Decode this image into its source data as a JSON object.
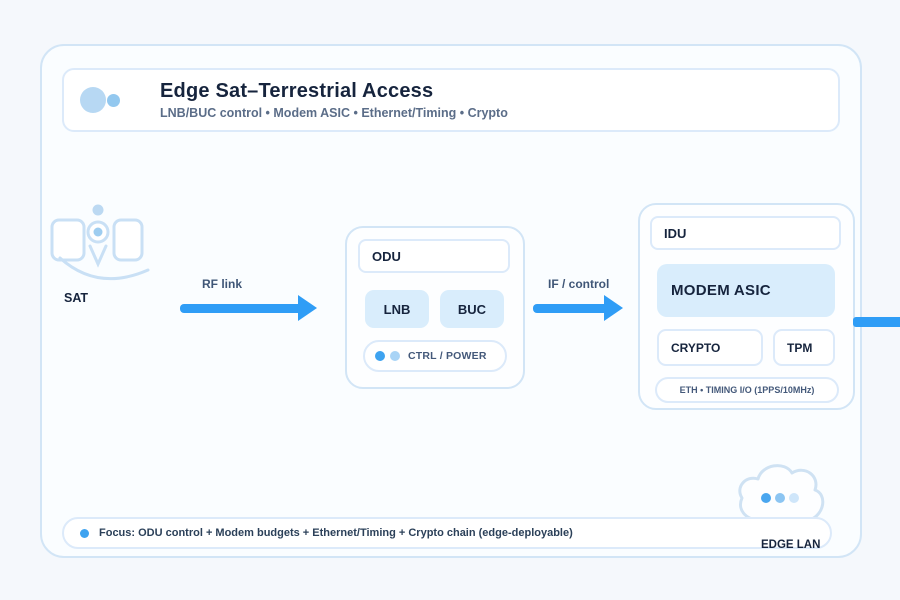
{
  "header": {
    "title": "Edge Sat–Terrestrial Access",
    "subtitle": "LNB/BUC control • Modem ASIC • Ethernet/Timing • Crypto"
  },
  "sat": {
    "label": "SAT"
  },
  "links": {
    "rf_label": "RF link",
    "if_label": "IF / control"
  },
  "odu": {
    "title": "ODU",
    "lnb_label": "LNB",
    "buc_label": "BUC",
    "ctrl_label": "CTRL / POWER"
  },
  "idu": {
    "title": "IDU",
    "modem_label": "MODEM ASIC",
    "crypto_label": "CRYPTO",
    "tpm_label": "TPM",
    "eth_label": "ETH • TIMING I/O (1PPS/10MHz)"
  },
  "edge_lan": {
    "label": "EDGE LAN"
  },
  "footer": {
    "text": "Focus: ODU control + Modem budgets + Ethernet/Timing + Crypto chain (edge-deployable)"
  },
  "colors": {
    "arrow": "#2f9df6",
    "accent_fill": "#d9edfc",
    "border": "#d2e5f6",
    "border_light": "#dceafa",
    "text_dark": "#16243d",
    "text_muted": "#5b6d88",
    "dot_primary": "#3ea3f0",
    "dot_secondary": "#a9d4f6"
  }
}
